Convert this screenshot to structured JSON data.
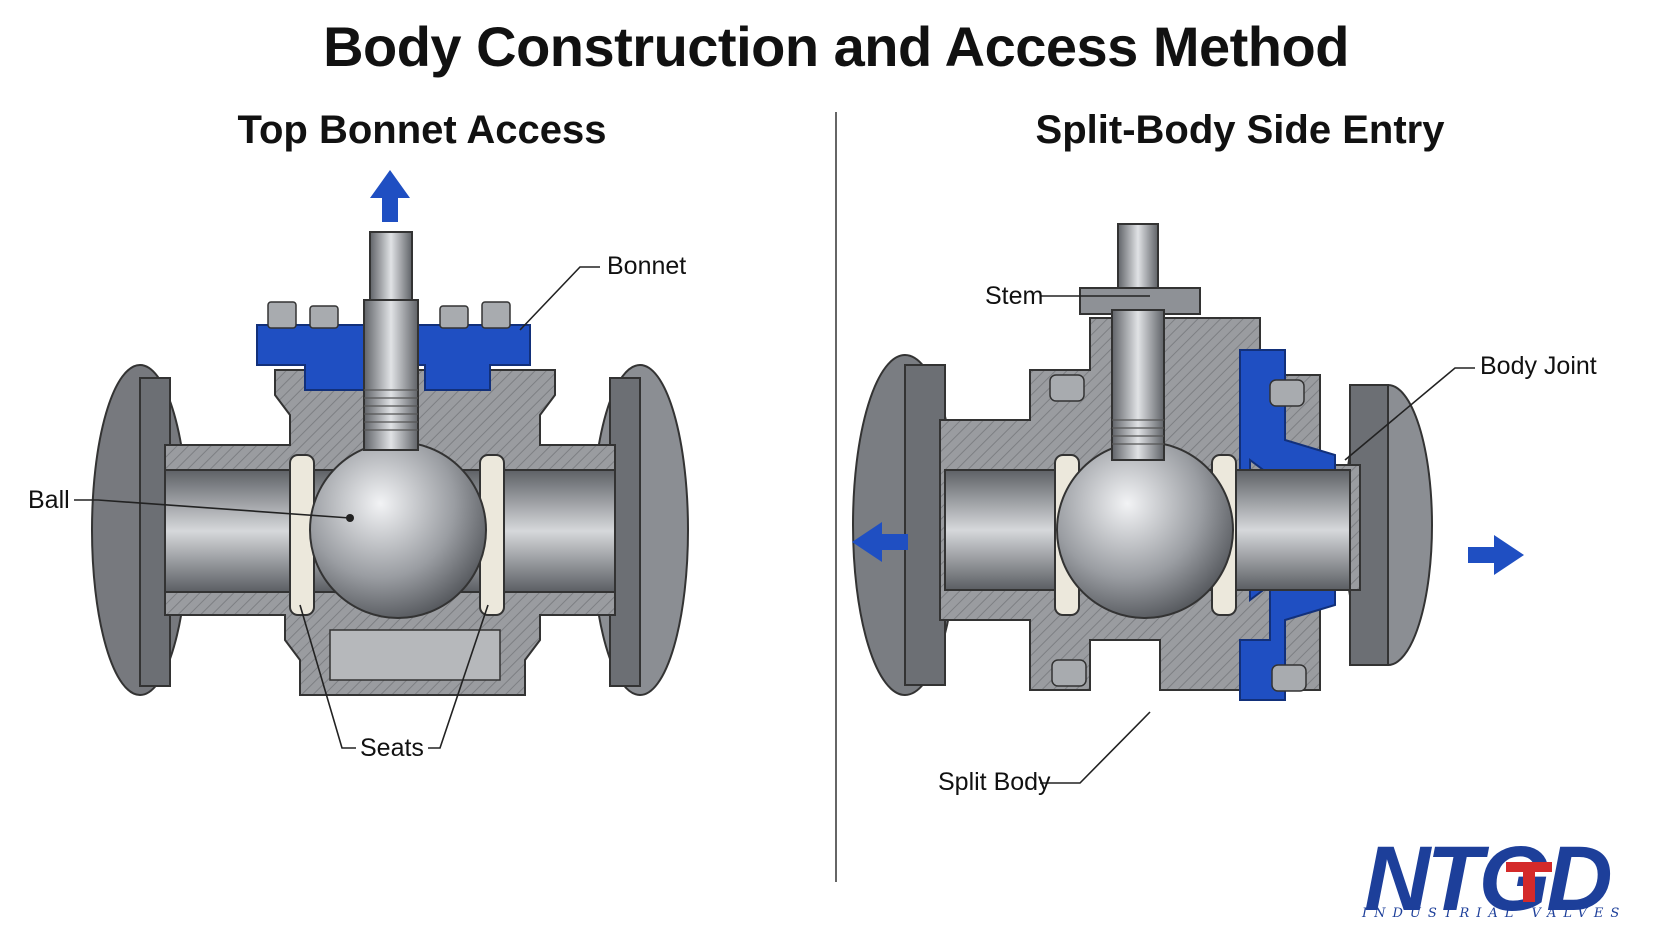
{
  "title": "Body Construction and Access Method",
  "left_panel": {
    "heading": "Top Bonnet Access",
    "labels": {
      "bonnet": "Bonnet",
      "ball": "Ball",
      "seats": "Seats"
    }
  },
  "right_panel": {
    "heading": "Split-Body Side Entry",
    "labels": {
      "stem": "Stem",
      "body_joint": "Body Joint",
      "split_body": "Split Body"
    }
  },
  "logo": {
    "wordmark": "NTGD",
    "tagline": "INDUSTRIAL VALVES"
  },
  "colors": {
    "accent_blue": "#1f4fc2",
    "steel": "#8a8d92",
    "arrow_blue": "#1f4fc2"
  }
}
